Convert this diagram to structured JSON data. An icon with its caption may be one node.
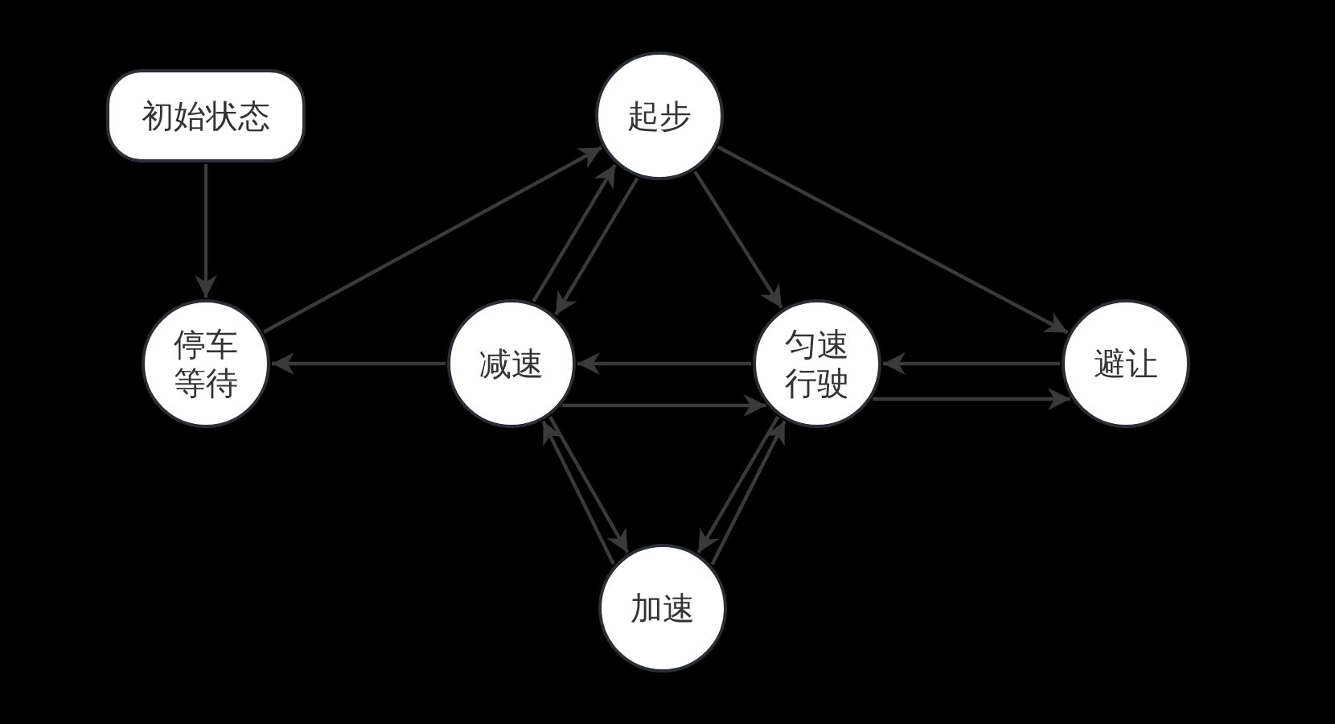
{
  "diagram": {
    "nodes": [
      {
        "text": [
          "初始状态"
        ]
      },
      {
        "text": [
          "起步"
        ]
      },
      {
        "text": [
          "停车等待"
        ]
      },
      {
        "text": [
          "减速"
        ]
      },
      {
        "text": [
          "匀速行驶"
        ]
      },
      {
        "text": [
          "避让"
        ]
      },
      {
        "text": [
          "加速"
        ]
      }
    ],
    "edges": [
      {
        "from": 0,
        "to": 2,
        "arrow": "to"
      },
      {
        "from": 2,
        "to": 1,
        "arrow": "to"
      },
      {
        "from": 1,
        "to": 3,
        "arrow": "to"
      },
      {
        "from": 3,
        "to": 1,
        "arrow": "to"
      },
      {
        "from": 1,
        "to": 4,
        "arrow": "to"
      },
      {
        "from": 1,
        "to": 5,
        "arrow": "to"
      },
      {
        "from": 3,
        "to": 2,
        "arrow": "to"
      },
      {
        "from": 4,
        "to": 3,
        "arrow": "to"
      },
      {
        "from": 3,
        "to": 4,
        "arrow": "to"
      },
      {
        "from": 5,
        "to": 4,
        "arrow": "to"
      },
      {
        "from": 4,
        "to": 5,
        "arrow": "to"
      },
      {
        "from": 3,
        "to": 6,
        "arrow": "to"
      },
      {
        "from": 6,
        "to": 3,
        "arrow": "to"
      },
      {
        "from": 4,
        "to": 6,
        "arrow": "to"
      },
      {
        "from": 6,
        "to": 4,
        "arrow": "to"
      }
    ]
  }
}
